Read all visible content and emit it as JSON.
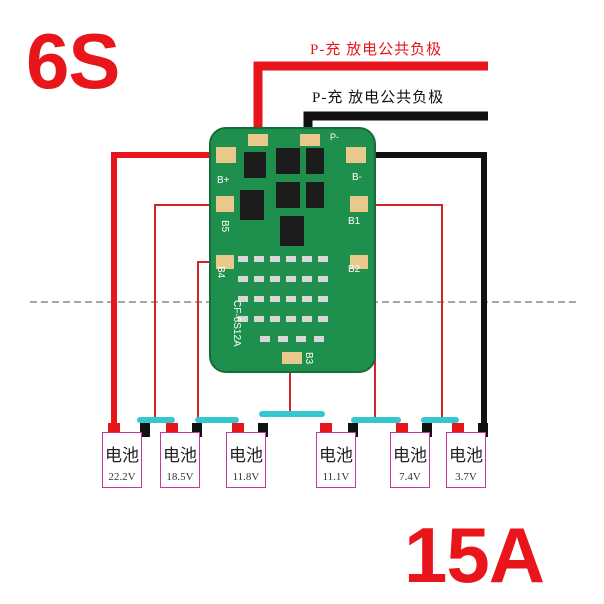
{
  "title": "6S",
  "current_rating": "15A",
  "wire_labels": {
    "p_minus_red": "P-充 放电公共负极",
    "p_minus_black": "P-充 放电公共负极"
  },
  "board": {
    "model_text": "CF-6S12A",
    "pads": [
      "B+",
      "B5",
      "B4",
      "B3",
      "B2",
      "B1",
      "B-",
      "P-"
    ]
  },
  "cells": [
    {
      "name": "电池",
      "voltage": "22.2V"
    },
    {
      "name": "电池",
      "voltage": "18.5V"
    },
    {
      "name": "电池",
      "voltage": "11.8V"
    },
    {
      "name": "电池",
      "voltage": "11.1V"
    },
    {
      "name": "电池",
      "voltage": "7.4V"
    },
    {
      "name": "电池",
      "voltage": "3.7V"
    }
  ],
  "colors": {
    "accent_red": "#e8161b",
    "wire_black": "#111111",
    "pcb_green": "#1f8f4e",
    "series_link_cyan": "#35c7d0",
    "cell_border": "#c43a9c"
  }
}
